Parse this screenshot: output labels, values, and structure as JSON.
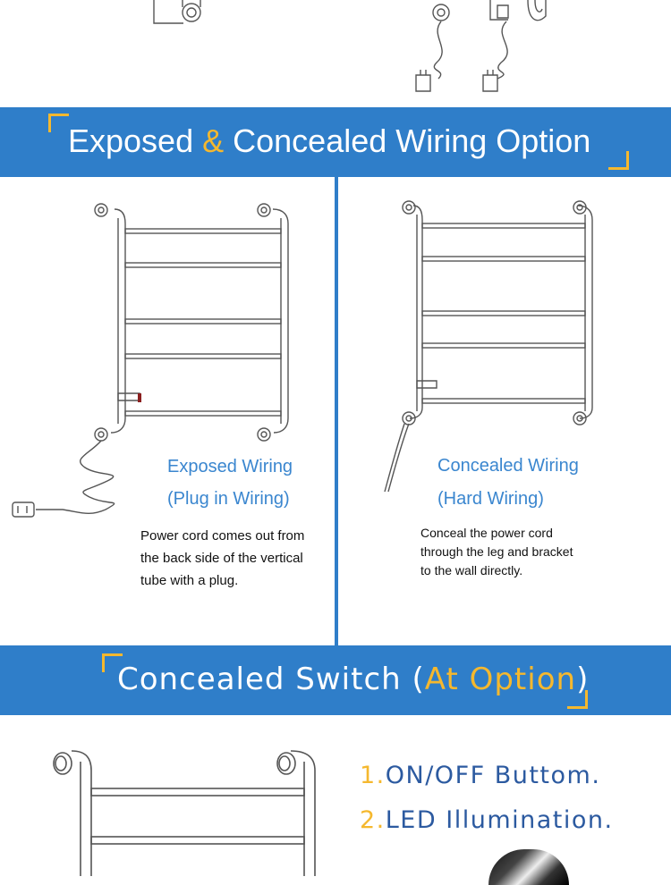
{
  "top_section": {
    "band_title_part1": "Exposed ",
    "band_title_amp": "&",
    "band_title_part2": " Concealed Wiring Option"
  },
  "exposed": {
    "heading_line1": "Exposed Wiring",
    "heading_line2": "(Plug in Wiring)",
    "desc_line1": "Power cord comes out from",
    "desc_line2": "the back side of the vertical",
    "desc_line3": "tube with a plug."
  },
  "concealed": {
    "heading_line1": "Concealed Wiring",
    "heading_line2": "(Hard Wiring)",
    "desc_line1": "Conceal the power cord",
    "desc_line2": "through the leg and bracket",
    "desc_line3": "to the wall directly."
  },
  "switch_section": {
    "band_title_part1": "Concealed Switch (",
    "band_title_gold": "At Option",
    "band_title_part2": ")"
  },
  "features": [
    {
      "num": "1.",
      "text": "ON/OFF Buttom."
    },
    {
      "num": "2.",
      "text": "LED Illumination."
    }
  ],
  "colors": {
    "band_blue": "#2f7ec9",
    "accent_gold": "#f5b82e",
    "heading_blue": "#3a86cf",
    "feature_blue": "#2c5aa0"
  }
}
